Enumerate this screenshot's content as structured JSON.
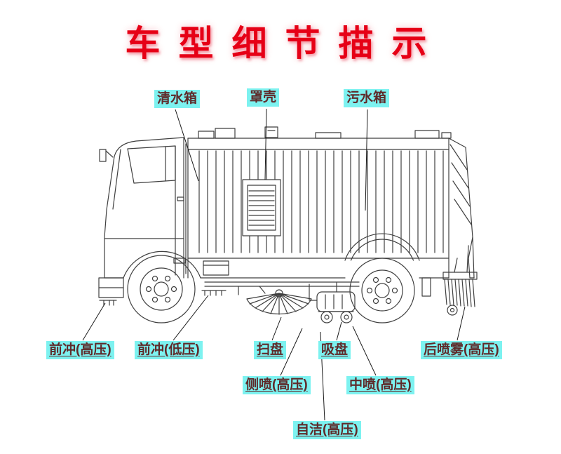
{
  "title": "车型细节描示",
  "colors": {
    "title_red": "#e60016",
    "label_bg": "#7df2f0",
    "label_text": "#5f2a2a",
    "line": "#3f3f3f"
  },
  "labels": {
    "top": [
      {
        "id": "clean-water-tank",
        "text": "清水箱"
      },
      {
        "id": "cover-shell",
        "text": "罩壳"
      },
      {
        "id": "sewage-tank",
        "text": "污水箱"
      }
    ],
    "bottom": [
      {
        "id": "front-flush-high",
        "text": "前冲(高压)"
      },
      {
        "id": "front-flush-low",
        "text": "前冲(低压)"
      },
      {
        "id": "sweep-disc",
        "text": "扫盘"
      },
      {
        "id": "suction-disc",
        "text": "吸盘"
      },
      {
        "id": "rear-spray-high",
        "text": "后喷雾(高压)"
      },
      {
        "id": "side-spray-high",
        "text": "侧喷(高压)"
      },
      {
        "id": "mid-spray-high",
        "text": "中喷(高压)"
      },
      {
        "id": "self-clean-high",
        "text": "自洁(高压)"
      }
    ]
  }
}
